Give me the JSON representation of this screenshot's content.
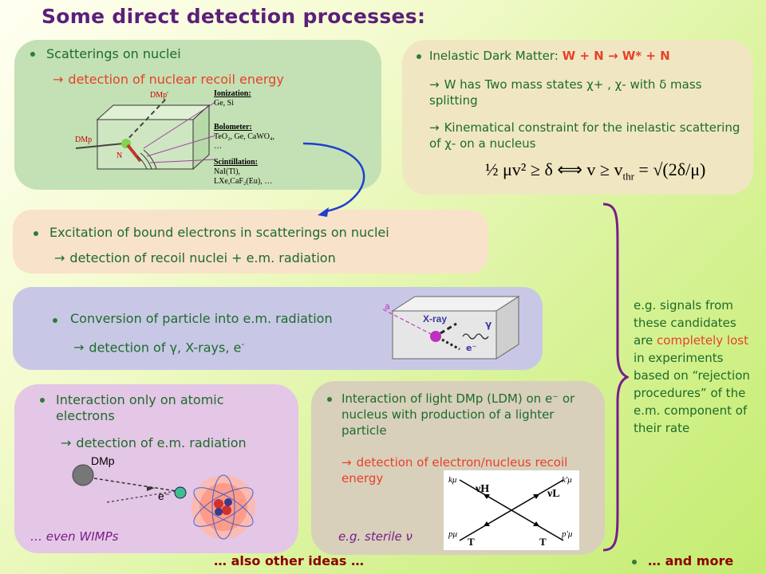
{
  "title": "Some direct detection processes:",
  "box1": {
    "bullet": "Scatterings on nuclei",
    "arrow_symbol": "→",
    "line2": "detection of nuclear recoil energy",
    "label_dmp_in": "DMp",
    "label_dmp_out": "DMp'",
    "label_n": "N",
    "ionization_title": "Ionization:",
    "ionization_items": "Ge, Si",
    "bolometer_title": "Bolometer:",
    "bolometer_items": "TeO₂, Ge, CaWO₄,",
    "bolometer_more": "…",
    "scintillation_title": "Scintillation:",
    "scintillation_items1": "NaI(Tl),",
    "scintillation_items2": "LXe,CaF₂(Eu), …"
  },
  "box2": {
    "bullet_prefix": "Inelastic Dark Matter:",
    "bullet_reaction": "W + N → W* + N",
    "line2": "W has Two mass states χ+ , χ- with δ mass splitting",
    "line3": "Kinematical constraint for the inelastic scattering of χ- on a nucleus",
    "formula_left": "½ μv² ≥ δ ⟺ v ≥ v",
    "formula_sub": "thr",
    "formula_right": "= √(2δ/μ)"
  },
  "box3": {
    "bullet": "Excitation of bound electrons in scatterings on nuclei",
    "line2": "detection of recoil nuclei + e.m. radiation"
  },
  "box4": {
    "bullet": "Conversion of particle into e.m. radiation",
    "line2_prefix": "detection of γ, X-rays, e",
    "line2_sup": "-",
    "label_a": "a",
    "label_xray": "X-ray",
    "label_gamma": "γ",
    "label_e": "e⁻"
  },
  "box5": {
    "bullet": "Interaction only on atomic electrons",
    "line2": "detection of e.m. radiation",
    "label_dmp": "DMp",
    "label_e": "e⁻",
    "footer": "… even WIMPs"
  },
  "box6": {
    "bullet": "Interaction of light DMp (LDM) on e⁻ or nucleus with production of a lighter particle",
    "line2": "detection of electron/nucleus recoil energy",
    "footer": "e.g. sterile ν",
    "diagram_labels": {
      "k_top_left": "kμ",
      "nu_h": "νH",
      "k_top_right": "k′μ",
      "nu_l": "νL",
      "p_left": "pμ",
      "p_right": "p′μ",
      "t_left": "T",
      "t_right": "T"
    }
  },
  "side_note": {
    "part1": "e.g. signals from these candidates are",
    "part2": "completely lost",
    "part3": "in experiments based on “rejection procedures” of the e.m. component of their rate"
  },
  "footer_center": "… also other ideas …",
  "footer_right": "… and more",
  "colors": {
    "title": "#5b1f7a",
    "red": "#e8402a",
    "dark_red": "#8b0000",
    "green_text": "#2e7d32",
    "brace": "#7a1c8a",
    "blue": "#1f3fd0",
    "box1": "#c3e1b4",
    "box2": "#f0e7c2",
    "box3": "#f8e2c9",
    "box4": "#c8c8e6",
    "box5": "#e4c6e6",
    "box6": "#d8d0bb"
  }
}
